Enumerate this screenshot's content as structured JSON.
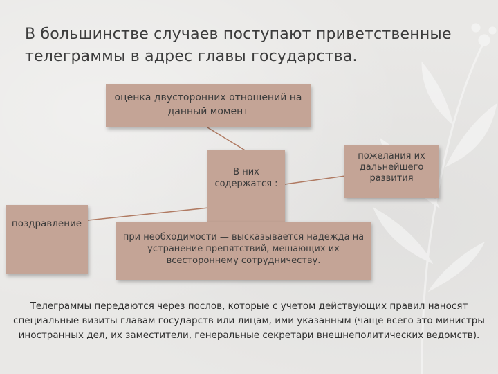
{
  "title": "В большинстве случаев поступают приветственные телеграммы в адрес главы государства.",
  "nodes": {
    "assessment": "оценка двусторонних отношений на данный момент",
    "contain": "В них содержатся :",
    "wishes": "пожелания их дальнейшего развития",
    "congratulations": "поздравление",
    "necessity": "при необходимости — высказывается надежда на устранение препятствий, мешающих их всестороннему сотрудничеству."
  },
  "bottom_text": "Телеграммы передаются через послов, которые с учетом действующих правил наносят специальные визиты главам государств или лицам, ими указанным (чаще всего это министры иностранных дел, их заместители, генеральные секретари внешнеполитических ведомств).",
  "colors": {
    "node_fill": "#c4a496",
    "connector": "#b07a62",
    "background": "#e9e8e6"
  }
}
